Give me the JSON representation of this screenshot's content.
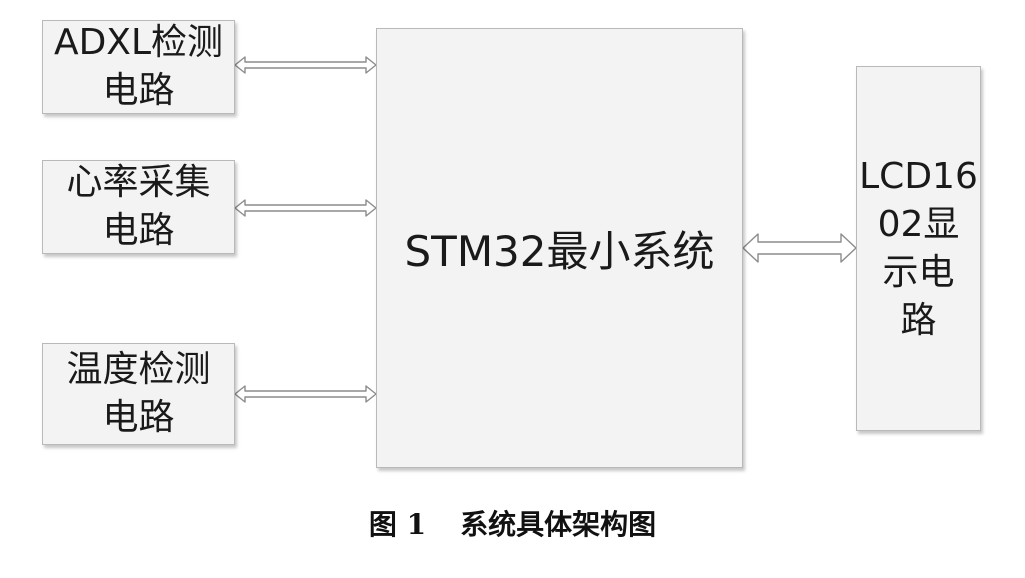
{
  "blocks": {
    "adxl": {
      "line1": "ADXL检测",
      "line2": "电路"
    },
    "heart": {
      "line1": "心率采集",
      "line2": "电路"
    },
    "temp": {
      "line1": "温度检测",
      "line2": "电路"
    },
    "mcu": {
      "label": "STM32最小系统"
    },
    "lcd": {
      "line1": "LCD16",
      "line2": "02显",
      "line3": "示电",
      "line4": "路"
    }
  },
  "caption": {
    "number": "图 1",
    "title": "系统具体架构图"
  },
  "colors": {
    "block_fill": "#f3f3f3",
    "block_border": "#b9b9b9",
    "arrow_fill": "#ffffff",
    "arrow_stroke": "#8c8c8c"
  }
}
